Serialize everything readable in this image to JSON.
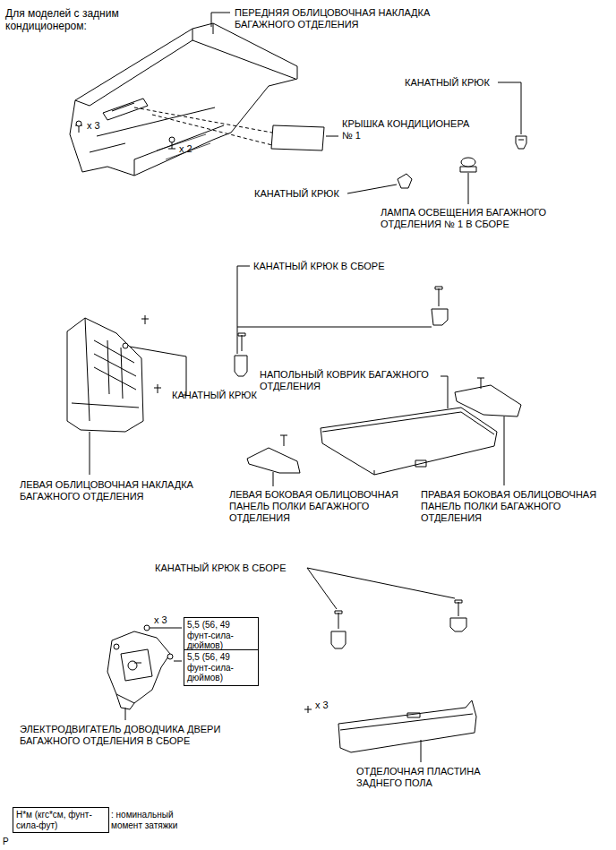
{
  "diagram": {
    "nodes": [
      {
        "text": [
          "5,5 (56, 49 фунт-сила-дюймов)"
        ]
      },
      {
        "text": [
          "5,5 (56, 49 фунт-сила-дюймов)"
        ]
      },
      {
        "text": [
          "Н*м (кгс*см, фунт-сила-фут)"
        ]
      }
    ],
    "labels": [
      "Для моделей с задним кондиционером:",
      "ПЕРЕДНЯЯ ОБЛИЦОВОЧНАЯ НАКЛАДКА БАГАЖНОГО ОТДЕЛЕНИЯ",
      "x 3",
      "x 2",
      "КРЫШКА КОНДИЦИОНЕРА № 1",
      "КАНАТНЫЙ КРЮК",
      "КАНАТНЫЙ КРЮК",
      "ЛАМПА ОСВЕЩЕНИЯ БАГАЖНОГО ОТДЕЛЕНИЯ № 1 В СБОРЕ",
      "КАНАТНЫЙ КРЮК В СБОРЕ",
      "НАПОЛЬНЫЙ КОВРИК БАГАЖНОГО ОТДЕЛЕНИЯ",
      "КАНАТНЫЙ КРЮК",
      "ЛЕВАЯ ОБЛИЦОВОЧНАЯ НАКЛАДКА БАГАЖНОГО ОТДЕЛЕНИЯ",
      "ЛЕВАЯ БОКОВАЯ ОБЛИЦОВОЧНАЯ ПАНЕЛЬ ПОЛКИ БАГАЖНОГО ОТДЕЛЕНИЯ",
      "ПРАВАЯ БОКОВАЯ ОБЛИЦОВОЧНАЯ ПАНЕЛЬ ПОЛКИ БАГАЖНОГО ОТДЕЛЕНИЯ",
      "КАНАТНЫЙ КРЮК В СБОРЕ",
      "x 3",
      "x 3",
      "ЭЛЕКТРОДВИГАТЕЛЬ ДОВОДЧИКА ДВЕРИ БАГАЖНОГО ОТДЕЛЕНИЯ В СБОРЕ",
      "ОТДЕЛОЧНАЯ ПЛАСТИНА ЗАДНЕГО ПОЛА",
      ": номинальный момент затяжки",
      "P"
    ]
  }
}
